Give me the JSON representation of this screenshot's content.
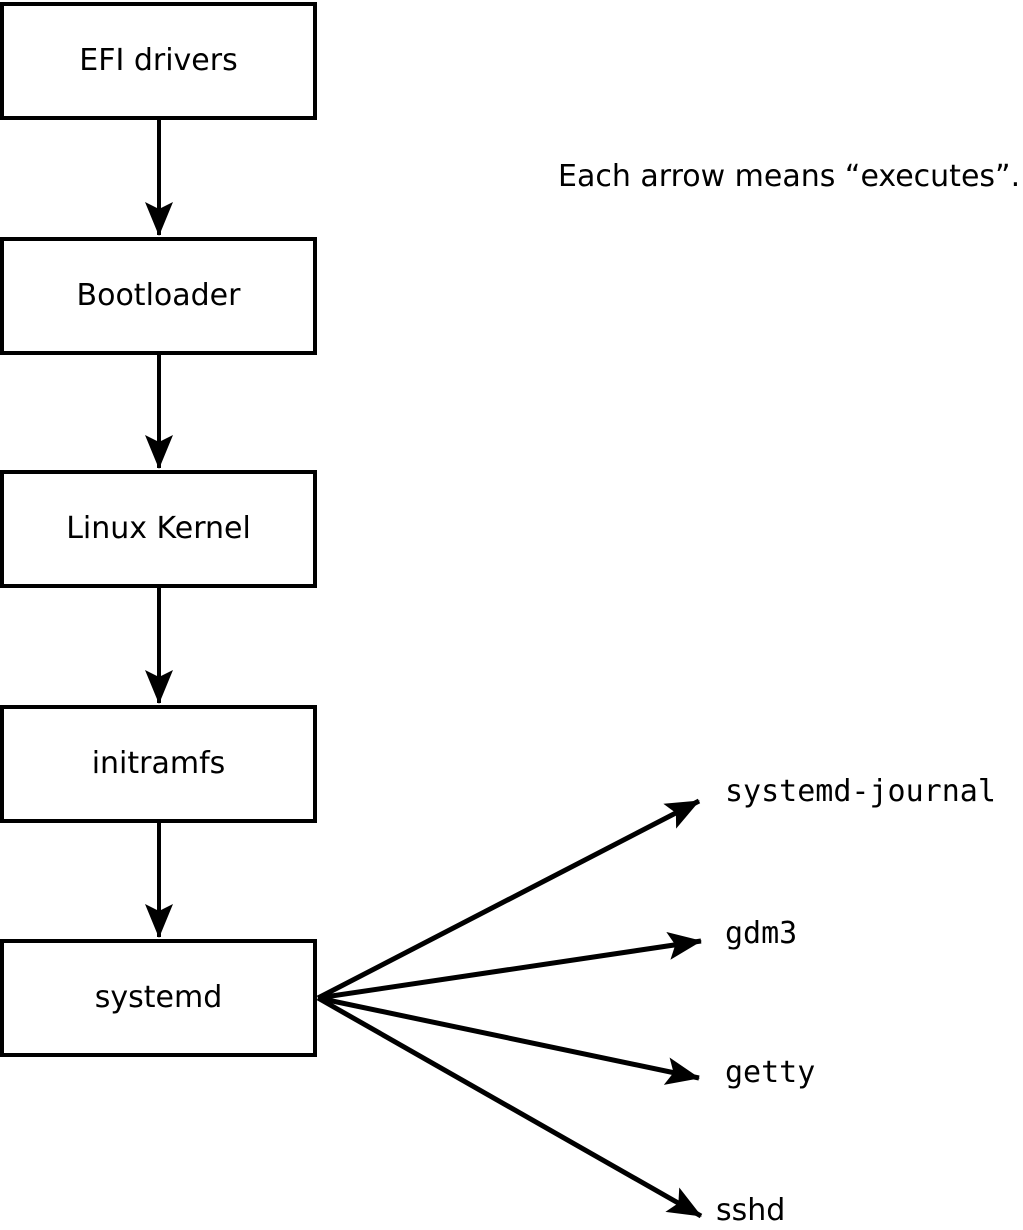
{
  "diagram": {
    "caption": "Each arrow means “executes”.",
    "arrow_meaning": "executes",
    "nodes": [
      {
        "label": "EFI drivers"
      },
      {
        "label": "Bootloader"
      },
      {
        "label": "Linux Kernel"
      },
      {
        "label": "initramfs"
      },
      {
        "label": "systemd"
      }
    ],
    "spawned": [
      {
        "label": "systemd-journal"
      },
      {
        "label": "gdm3"
      },
      {
        "label": "getty"
      },
      {
        "label": "sshd"
      }
    ],
    "edges": [
      {
        "from": "EFI drivers",
        "to": "Bootloader"
      },
      {
        "from": "Bootloader",
        "to": "Linux Kernel"
      },
      {
        "from": "Linux Kernel",
        "to": "initramfs"
      },
      {
        "from": "initramfs",
        "to": "systemd"
      },
      {
        "from": "systemd",
        "to": "systemd-journal"
      },
      {
        "from": "systemd",
        "to": "gdm3"
      },
      {
        "from": "systemd",
        "to": "getty"
      },
      {
        "from": "systemd",
        "to": "sshd"
      }
    ],
    "colors": {
      "line": "#000000",
      "background": "#ffffff",
      "box_fill": "#ffffff"
    }
  }
}
